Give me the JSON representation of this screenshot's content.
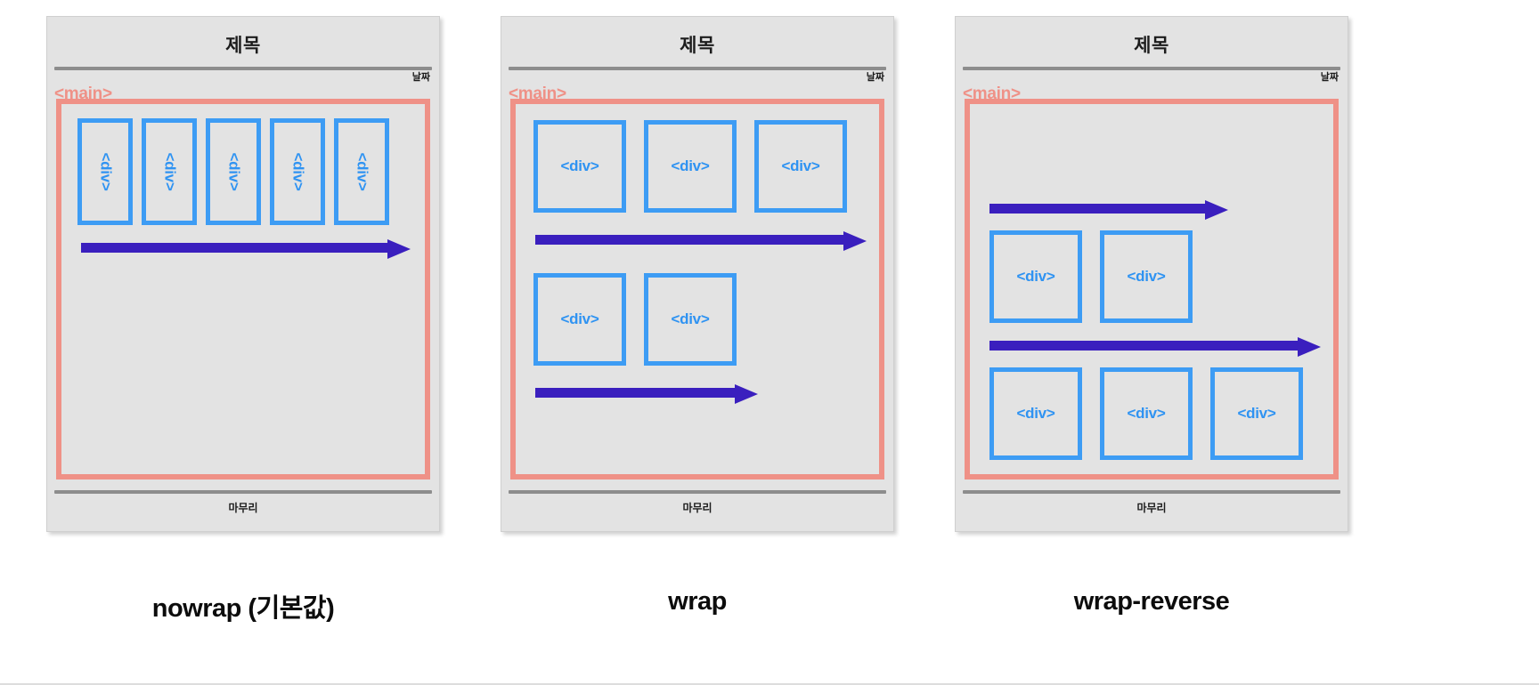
{
  "page": {
    "background": "#ffffff",
    "accent_salmon": "#ef9187",
    "accent_blue": "#3d9cf4",
    "accent_purple": "#3a1fbe",
    "panel_bg": "#e3e3e3",
    "rule_gray": "#8d8d8d"
  },
  "labels": {
    "title": "제목",
    "date": "날짜",
    "main_tag": "<main>",
    "footer": "마무리",
    "div_tag": "<div>"
  },
  "panels": [
    {
      "id": "nowrap",
      "caption": "nowrap (기본값)",
      "title": "제목",
      "date": "날짜",
      "main_tag": "<main>",
      "footer": "마무리",
      "boxes": [
        {
          "label": "<div>",
          "orientation": "vertical"
        },
        {
          "label": "<div>",
          "orientation": "vertical"
        },
        {
          "label": "<div>",
          "orientation": "vertical"
        },
        {
          "label": "<div>",
          "orientation": "vertical"
        },
        {
          "label": "<div>",
          "orientation": "vertical"
        }
      ],
      "arrows": [
        {
          "direction": "right",
          "length": "long"
        }
      ]
    },
    {
      "id": "wrap",
      "caption": "wrap",
      "title": "제목",
      "date": "날짜",
      "main_tag": "<main>",
      "footer": "마무리",
      "boxes": [
        {
          "label": "<div>",
          "orientation": "horizontal",
          "row": 1
        },
        {
          "label": "<div>",
          "orientation": "horizontal",
          "row": 1
        },
        {
          "label": "<div>",
          "orientation": "horizontal",
          "row": 1
        },
        {
          "label": "<div>",
          "orientation": "horizontal",
          "row": 2
        },
        {
          "label": "<div>",
          "orientation": "horizontal",
          "row": 2
        }
      ],
      "arrows": [
        {
          "direction": "right",
          "length": "long"
        },
        {
          "direction": "right",
          "length": "medium"
        }
      ]
    },
    {
      "id": "wrap-reverse",
      "caption": "wrap-reverse",
      "title": "제목",
      "date": "날짜",
      "main_tag": "<main>",
      "footer": "마무리",
      "boxes": [
        {
          "label": "<div>",
          "orientation": "horizontal",
          "row": 1
        },
        {
          "label": "<div>",
          "orientation": "horizontal",
          "row": 1
        },
        {
          "label": "<div>",
          "orientation": "horizontal",
          "row": 2
        },
        {
          "label": "<div>",
          "orientation": "horizontal",
          "row": 2
        },
        {
          "label": "<div>",
          "orientation": "horizontal",
          "row": 2
        }
      ],
      "arrows": [
        {
          "direction": "right",
          "length": "medium"
        },
        {
          "direction": "right",
          "length": "long"
        }
      ]
    }
  ]
}
